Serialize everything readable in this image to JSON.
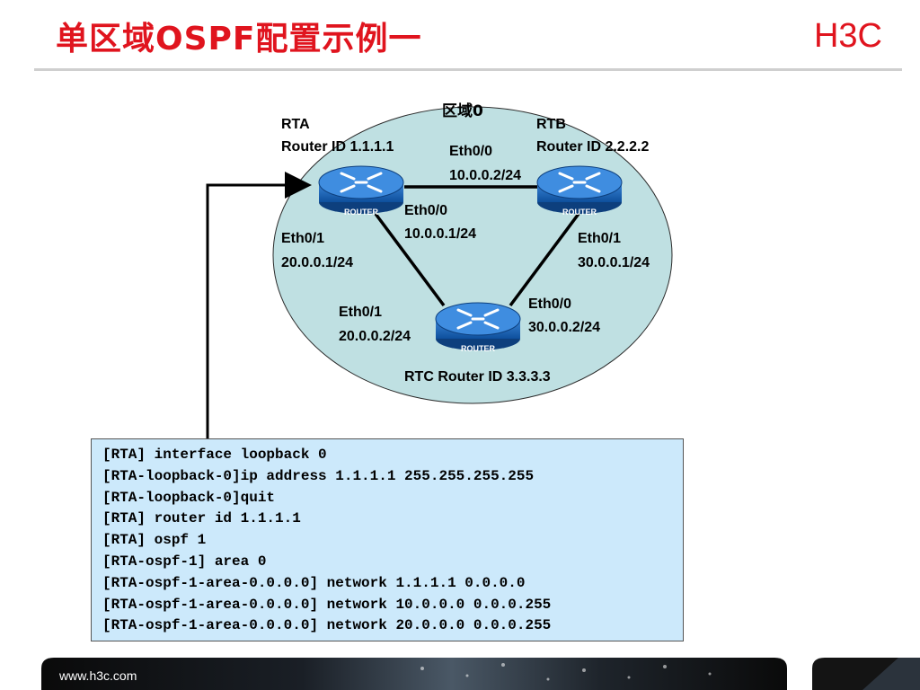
{
  "slide": {
    "title": "单区域OSPF配置示例一",
    "logo_text": "H3C",
    "footer_url": "www.h3c.com"
  },
  "colors": {
    "title": "#e0141e",
    "area": "#bfe0e2",
    "router_blue": "#1c63b5",
    "cli_bg": "#cce9fb"
  },
  "diagram": {
    "area_label": "区域0",
    "router_badge": "ROUTER",
    "rta": {
      "name": "RTA",
      "router_id": "Router ID 1.1.1.1"
    },
    "rtb": {
      "name": "RTB",
      "router_id": "Router ID 2.2.2.2"
    },
    "rtc": {
      "label": "RTC Router ID 3.3.3.3"
    },
    "interfaces": {
      "rtb_eth0_name": "Eth0/0",
      "rtb_eth0_ip": "10.0.0.2/24",
      "rta_eth0_name": "Eth0/0",
      "rta_eth0_ip": "10.0.0.1/24",
      "rta_eth1_name": "Eth0/1",
      "rta_eth1_ip": "20.0.0.1/24",
      "rtb_eth1_name": "Eth0/1",
      "rtb_eth1_ip": "30.0.0.1/24",
      "rtc_eth1_name": "Eth0/1",
      "rtc_eth1_ip": "20.0.0.2/24",
      "rtc_eth0_name": "Eth0/0",
      "rtc_eth0_ip": "30.0.0.2/24"
    }
  },
  "cli": {
    "lines": [
      "[RTA] interface loopback 0",
      "[RTA-loopback-0]ip address 1.1.1.1 255.255.255.255",
      "[RTA-loopback-0]quit",
      "[RTA] router id 1.1.1.1",
      "[RTA] ospf 1",
      "[RTA-ospf-1] area 0",
      "[RTA-ospf-1-area-0.0.0.0] network 1.1.1.1 0.0.0.0",
      "[RTA-ospf-1-area-0.0.0.0] network 10.0.0.0 0.0.0.255",
      "[RTA-ospf-1-area-0.0.0.0] network 20.0.0.0 0.0.0.255"
    ]
  }
}
